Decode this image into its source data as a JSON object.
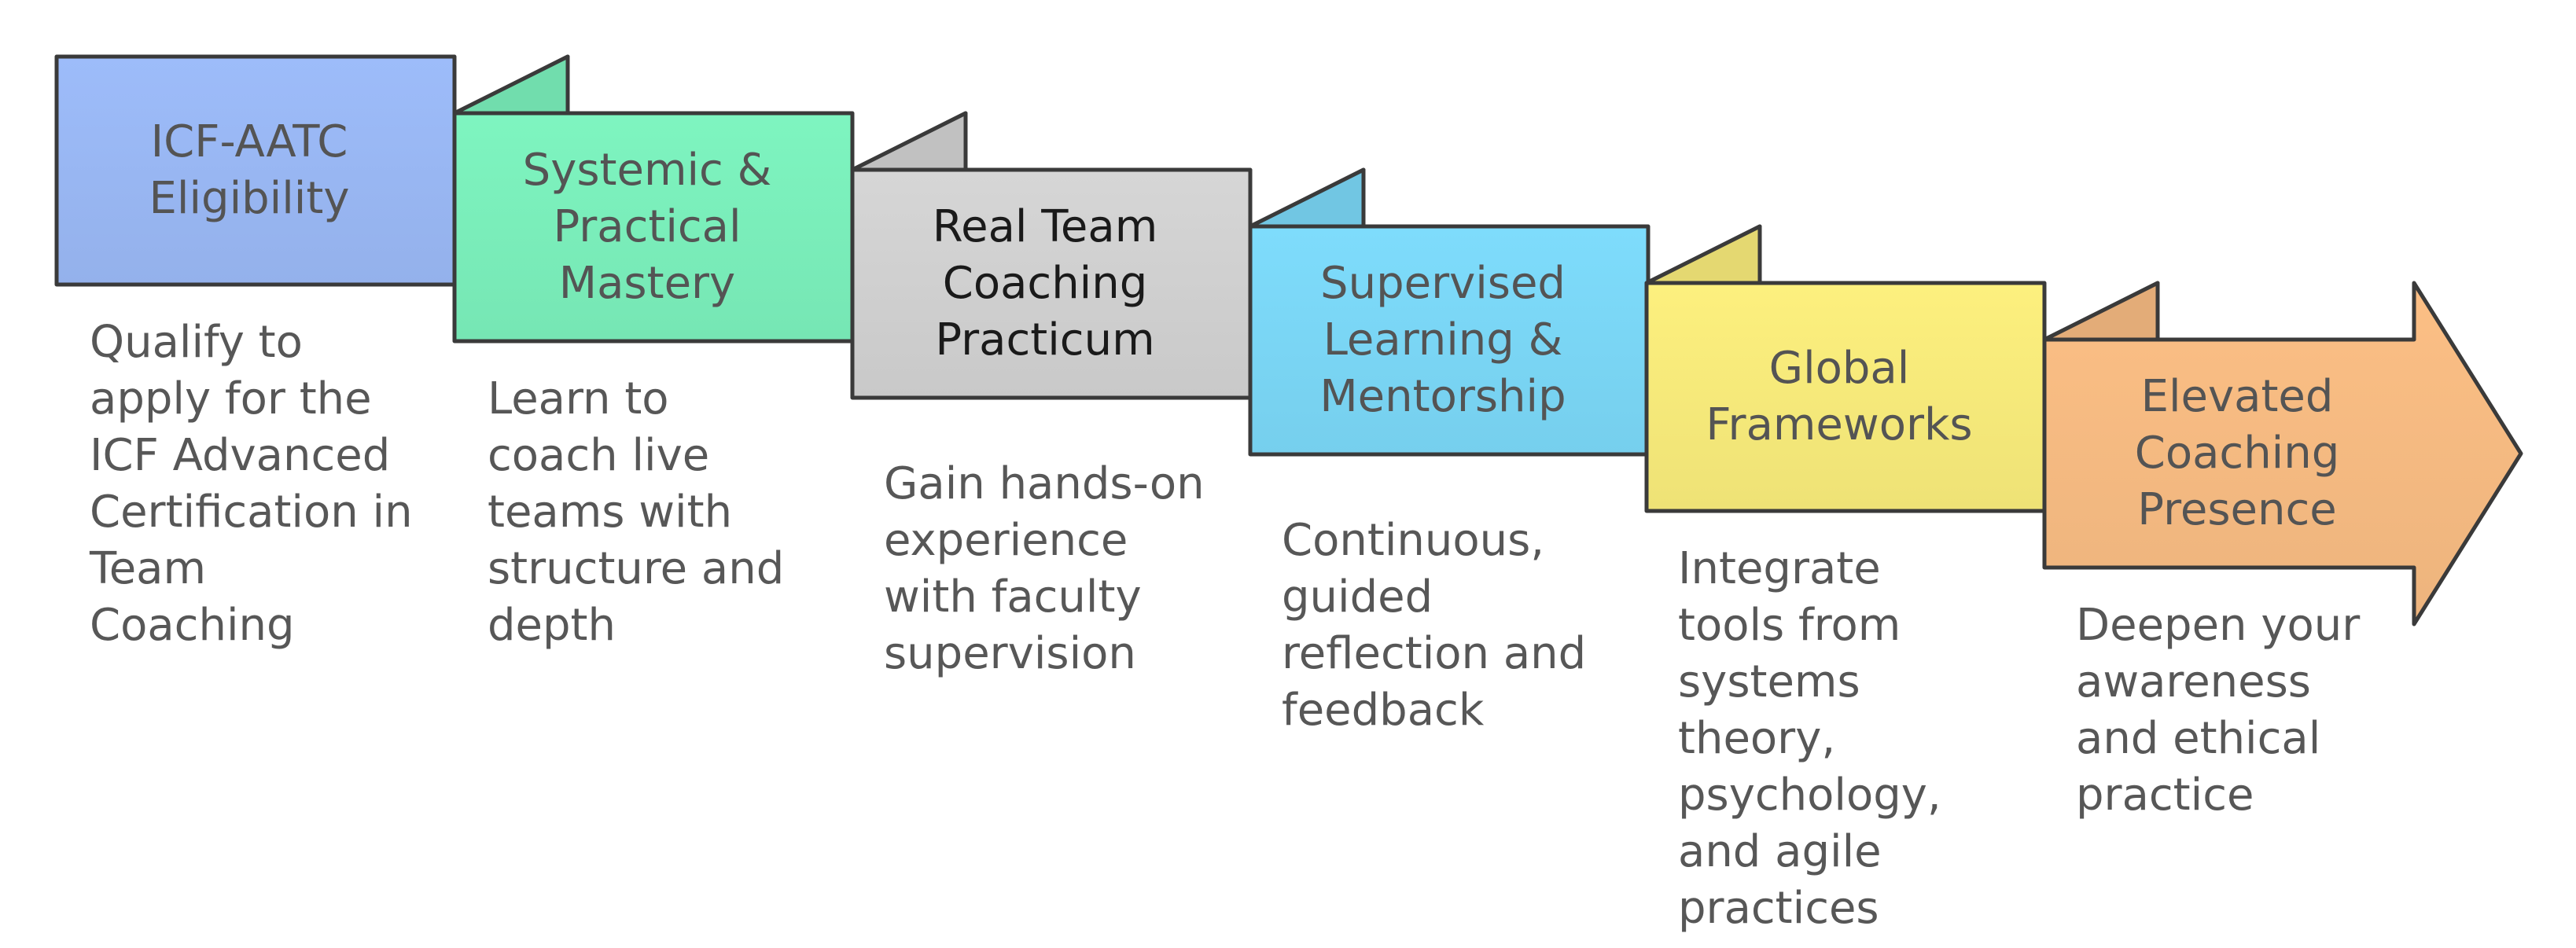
{
  "steps": [
    {
      "title": [
        "ICF-AATC",
        "Eligibility"
      ],
      "description": [
        "Qualify to",
        "apply for the",
        "ICF Advanced",
        "Certification in",
        "Team",
        "Coaching"
      ],
      "color": "#9dbcfa"
    },
    {
      "title": [
        "Systemic &",
        "Practical",
        "Mastery"
      ],
      "description": [
        "Learn to",
        "coach live",
        "teams with",
        "structure and",
        "depth"
      ],
      "color": "#7ef5c0"
    },
    {
      "title": [
        "Real Team",
        "Coaching",
        "Practicum"
      ],
      "description": [
        "Gain hands-on",
        "experience",
        "with faculty",
        "supervision"
      ],
      "color": "#d6d6d6"
    },
    {
      "title": [
        "Supervised",
        "Learning &",
        "Mentorship"
      ],
      "description": [
        "Continuous,",
        "guided",
        "reflection and",
        "feedback"
      ],
      "color": "#7edcfc"
    },
    {
      "title": [
        "Global",
        "Frameworks"
      ],
      "description": [
        "Integrate",
        "tools from",
        "systems",
        "theory,",
        "psychology,",
        "and agile",
        "practices"
      ],
      "color": "#fdf07e"
    },
    {
      "title": [
        "Elevated",
        "Coaching",
        "Presence"
      ],
      "description": [
        "Deepen your",
        "awareness",
        "and ethical",
        "practice"
      ],
      "color": "#fcbf85"
    }
  ]
}
